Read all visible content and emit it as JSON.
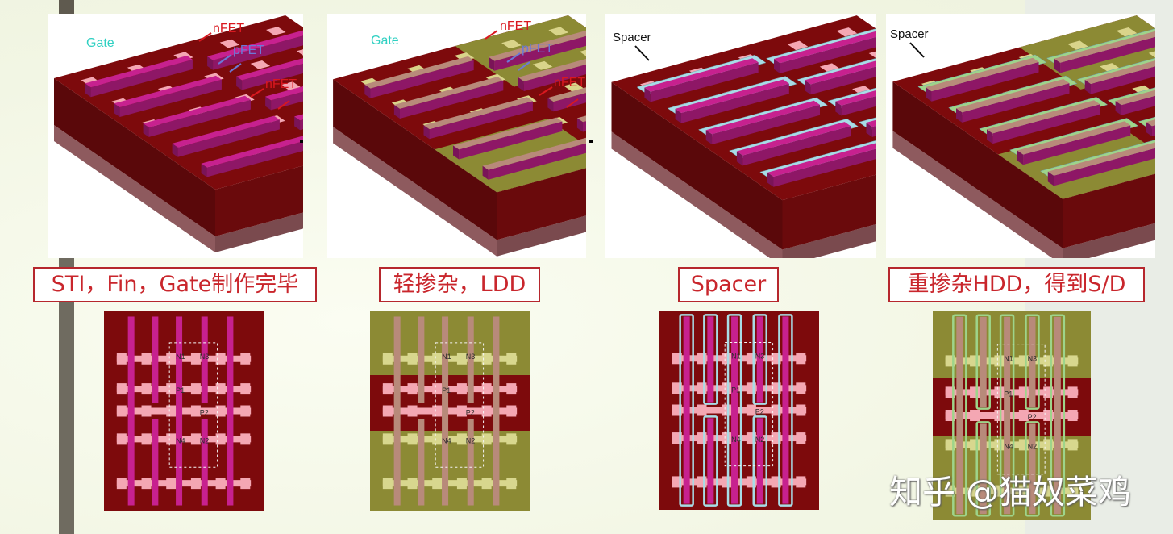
{
  "colors": {
    "substrate_red": "#7d0a0c",
    "substrate_side": "#5a080a",
    "base_slab": "#8e5a5e",
    "gate_magenta": "#c7218f",
    "ldd_olive": "#8c8a34",
    "spacer_cyan": "#a8dce6",
    "spacer_green": "#9ed48a",
    "contact_pink": "#f4a7b3",
    "caption_red": "#c9262c"
  },
  "steps": [
    {
      "id": "sti-fin-gate",
      "caption": "STI，Fin，Gate制作完毕",
      "labels": {
        "gate": "Gate",
        "nfet_top": "nFET",
        "pfet": "pFET",
        "nfet_bottom": "nFET"
      }
    },
    {
      "id": "ldd",
      "caption": "轻掺杂，LDD",
      "labels": {
        "gate": "Gate",
        "nfet_top": "nFET",
        "pfet": "pFET",
        "nfet_bottom": "nFET"
      }
    },
    {
      "id": "spacer",
      "caption": "Spacer",
      "labels": {
        "spacer": "Spacer"
      }
    },
    {
      "id": "hdd",
      "caption": "重掺杂HDD，得到S/D",
      "labels": {
        "spacer": "Spacer"
      }
    }
  ],
  "layout_labels": {
    "n1": "N1",
    "n3": "N3",
    "p1": "P1",
    "p2": "P2",
    "n4": "N4",
    "n2": "N2"
  },
  "watermark": "知乎 @猫奴菜鸡"
}
